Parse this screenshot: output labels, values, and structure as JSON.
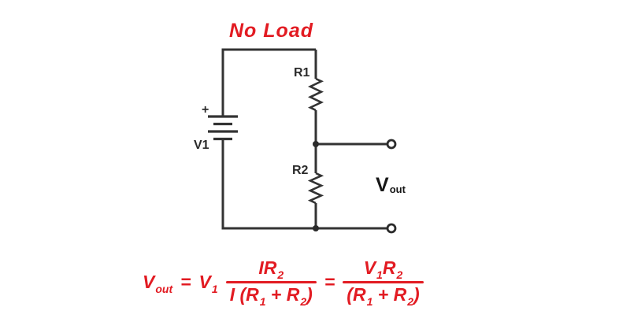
{
  "title": "No Load",
  "colors": {
    "accent_red": "#e21b22",
    "wire": "#333333",
    "label_text": "#2b2b2b"
  },
  "circuit": {
    "source_label": "V1",
    "source_plus": "+",
    "r1_label": "R1",
    "r2_label": "R2",
    "output_label_base": "V",
    "output_label_sub": "out"
  },
  "formula": {
    "lhs_base": "V",
    "lhs_sub": "out",
    "eq1": "=",
    "coef_base": "V",
    "coef_sub": "1",
    "frac1": {
      "num_base": "IR",
      "num_sub": "2",
      "den_p1": "I (R",
      "den_s1": "1",
      "den_p2": " + R",
      "den_s2": "2",
      "den_p3": ")"
    },
    "eq2": "=",
    "frac2": {
      "num_p1": "V",
      "num_s1": "1",
      "num_p2": "R",
      "num_s2": "2",
      "den_p1": "(R",
      "den_s1": "1",
      "den_p2": " + R",
      "den_s2": "2",
      "den_p3": ")"
    }
  }
}
